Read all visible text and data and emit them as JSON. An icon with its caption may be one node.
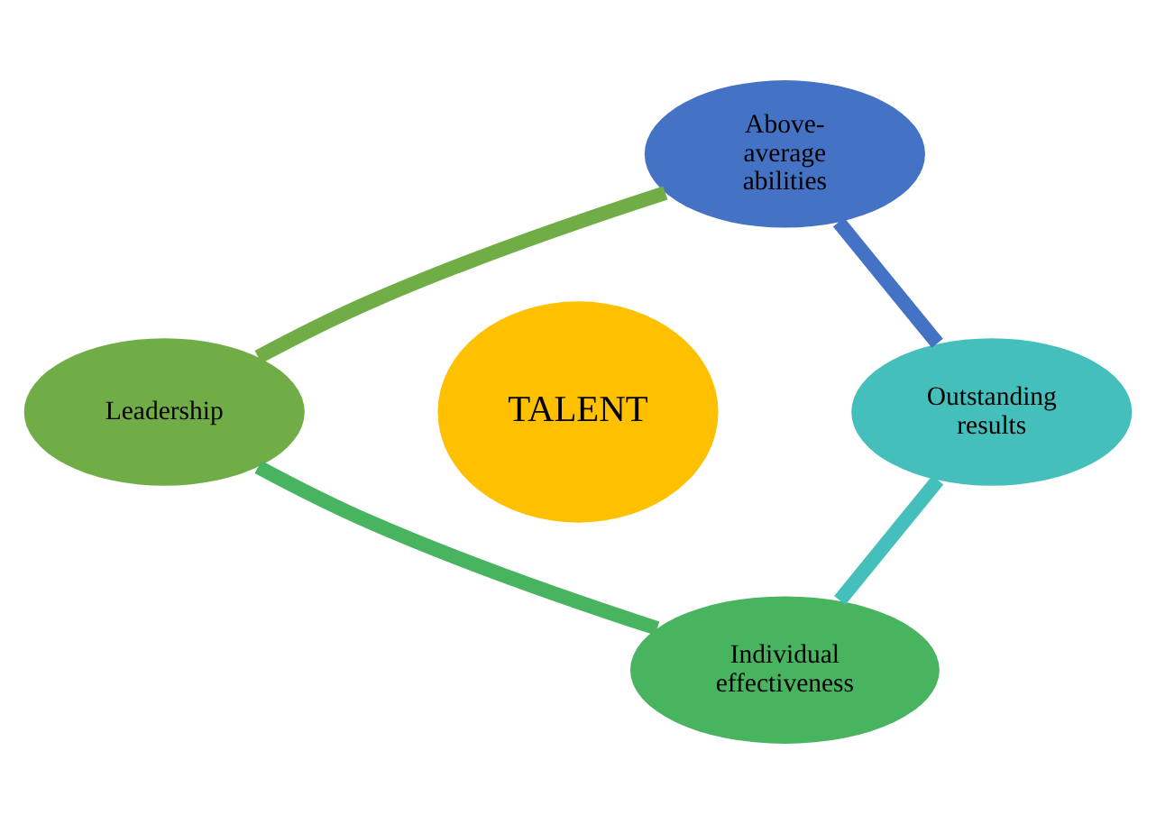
{
  "diagram": {
    "nodes": [
      {
        "text": [
          "TALENT"
        ]
      },
      {
        "text": [
          "Above-average abilities"
        ]
      },
      {
        "text": [
          "Outstanding results"
        ]
      },
      {
        "text": [
          "Individual effectiveness"
        ]
      },
      {
        "text": [
          "Leadership"
        ]
      }
    ],
    "edges": [
      {
        "from": 1,
        "to": 2,
        "arrow": "none",
        "color": "#4472c4"
      },
      {
        "from": 2,
        "to": 3,
        "arrow": "none",
        "color": "#45bfbb"
      },
      {
        "from": 3,
        "to": 4,
        "arrow": "none",
        "color": "#48b460"
      },
      {
        "from": 4,
        "to": 1,
        "arrow": "none",
        "color": "#70ad47"
      }
    ]
  }
}
